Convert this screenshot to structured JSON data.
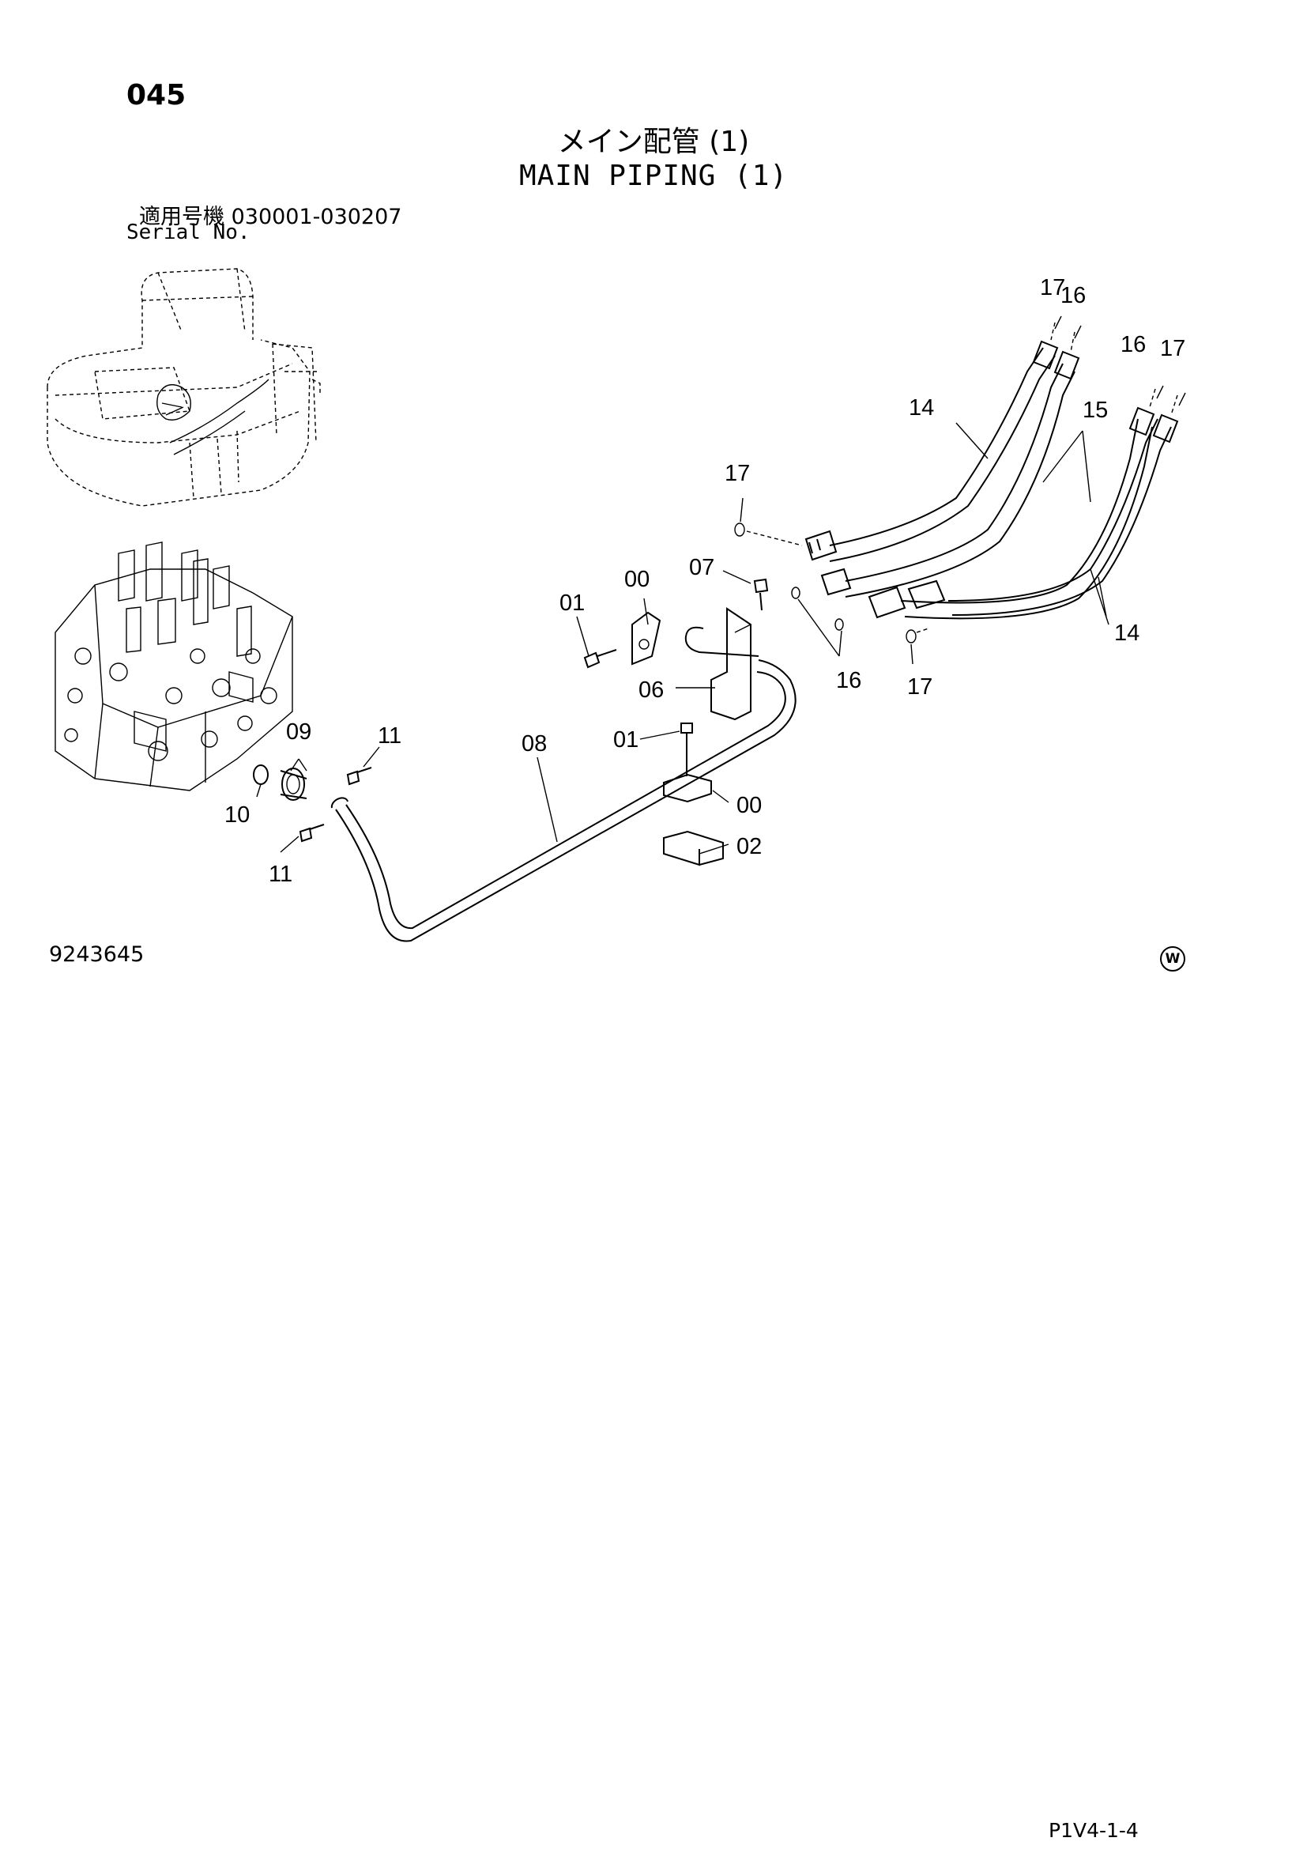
{
  "header": {
    "page_number": "045",
    "title_jp": "メイン配管 (1)",
    "title_en": "MAIN PIPING (1)",
    "serial_label_jp": "適用号機  030001-030207",
    "serial_label_en": "Serial No."
  },
  "callouts": {
    "c17_top": "17",
    "c16_top": "16",
    "c16_right": "16",
    "c17_right": "17",
    "c14_upper": "14",
    "c15": "15",
    "c17_left": "17",
    "c07": "07",
    "c00_upper": "00",
    "c01_upper": "01",
    "c06": "06",
    "c16_mid": "16",
    "c17_mid": "17",
    "c14_lower": "14",
    "c09": "09",
    "c11_upper": "11",
    "c10": "10",
    "c11_lower": "11",
    "c08": "08",
    "c01_lower": "01",
    "c00_lower": "00",
    "c02": "02"
  },
  "footer": {
    "drawing_number": "9243645",
    "w_mark": "W",
    "page_code": "P1V4-1-4"
  },
  "icons": [
    "excavator-overview-icon",
    "control-valve-icon"
  ]
}
